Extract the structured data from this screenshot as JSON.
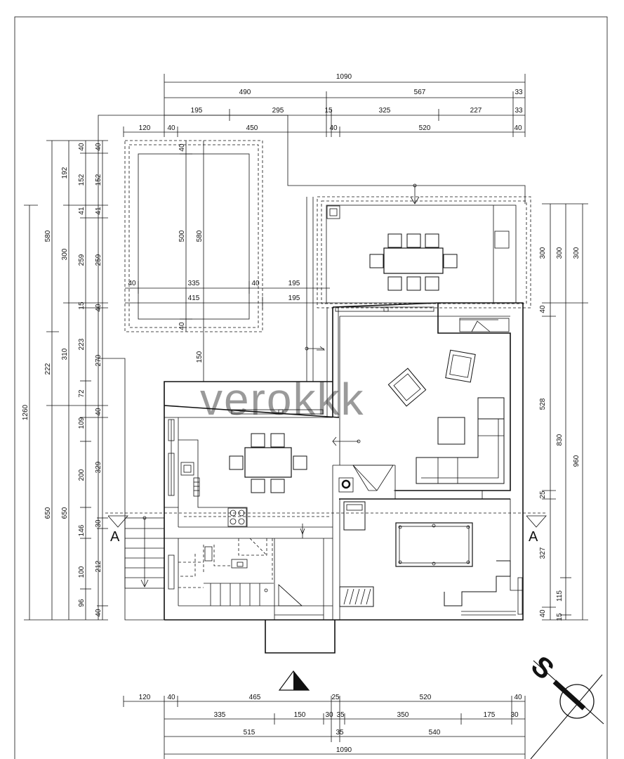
{
  "watermark": "verokkk",
  "section_marks": [
    "A",
    "A"
  ],
  "north_symbol_letter": "S",
  "dims": {
    "top": {
      "total": "1090",
      "r1": [
        "490",
        "567",
        "33"
      ],
      "r2": [
        "195",
        "295",
        "15",
        "325",
        "227",
        "33"
      ],
      "r3": [
        "120",
        "40",
        "450",
        "40",
        "520",
        "40"
      ]
    },
    "bottom": {
      "r1": [
        "120",
        "40",
        "465",
        "25",
        "520",
        "40"
      ],
      "r2": [
        "335",
        "150",
        "30",
        "35",
        "350",
        "175",
        "30"
      ],
      "r3": [
        "515",
        "35",
        "540"
      ],
      "total": "1090"
    },
    "left": {
      "total": "1260",
      "c2": [
        "580",
        "222",
        "650"
      ],
      "c3": [
        "192",
        "300",
        "310",
        "650"
      ],
      "c4": [
        "40",
        "152",
        "41",
        "259",
        "15",
        "223",
        "72",
        "109",
        "200",
        "146",
        "100",
        "96"
      ],
      "c5": [
        "40",
        "152",
        "41",
        "259",
        "40",
        "270",
        "40",
        "329",
        "30",
        "212",
        "40"
      ]
    },
    "right": {
      "c1": [
        "300",
        "40",
        "528",
        "25",
        "327",
        "40"
      ],
      "c2": [
        "300",
        "830",
        "115",
        "15"
      ],
      "c3": [
        "300",
        "960"
      ]
    },
    "pool": {
      "w1": [
        "40",
        "335",
        "40"
      ],
      "w2": "415",
      "h_inner": "500",
      "h_outer": "580",
      "top": "40",
      "bottom": "40",
      "gap": "195",
      "gap2": "195",
      "walk": "150"
    }
  }
}
